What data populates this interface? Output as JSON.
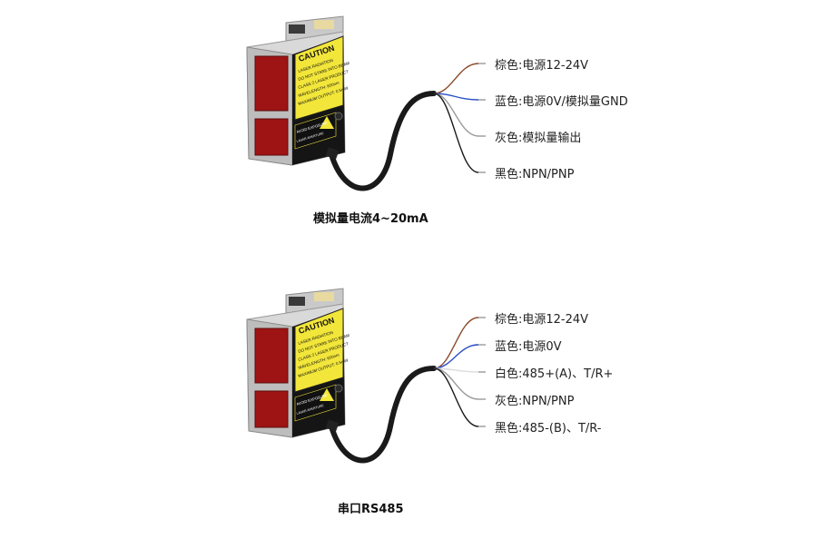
{
  "sensors": [
    {
      "caption": "模拟量电流4~20mA",
      "label": {
        "caution": "CAUTION",
        "lines": [
          "LASER RADIATION",
          "DO NOT STARE INTO BEAM",
          "CLASS 2 LASER PRODUCT",
          "WAVELENGTH: 650nm",
          "MAXIMUM OUTPUT: 0.5mW"
        ],
        "warning_title": "AVOID EXPOSURE",
        "warning_sub": "LASER APERTURE"
      },
      "wires": [
        {
          "label": "棕色:电源12-24V",
          "color": "#8a4a2a"
        },
        {
          "label": "蓝色:电源0V/模拟量GND",
          "color": "#2b4fc7"
        },
        {
          "label": "灰色:模拟量输出",
          "color": "#9a9a9a"
        },
        {
          "label": "黑色:NPN/PNP",
          "color": "#1a1a1a"
        }
      ]
    },
    {
      "caption": "串口RS485",
      "label": {
        "caution": "CAUTION",
        "lines": [
          "LASER RADIATION",
          "DO NOT STARE INTO BEAM",
          "CLASS 2 LASER PRODUCT",
          "WAVELENGTH: 650nm",
          "MAXIMUM OUTPUT: 0.5mW"
        ],
        "warning_title": "AVOID EXPOSURE",
        "warning_sub": "LASER APERTURE"
      },
      "wires": [
        {
          "label": "棕色:电源12-24V",
          "color": "#8a4a2a"
        },
        {
          "label": "蓝色:电源0V",
          "color": "#2b4fc7"
        },
        {
          "label": "白色:485+(A)、T/R+",
          "color": "#dcdcdc"
        },
        {
          "label": "灰色:NPN/PNP",
          "color": "#9a9a9a"
        },
        {
          "label": "黑色:485-(B)、T/R-",
          "color": "#1a1a1a"
        }
      ]
    }
  ],
  "colors": {
    "housing": "#d9d9d9",
    "label_yellow": "#f2e63a",
    "lens_red": "#9e1414",
    "cable": "#1a1a1a"
  }
}
